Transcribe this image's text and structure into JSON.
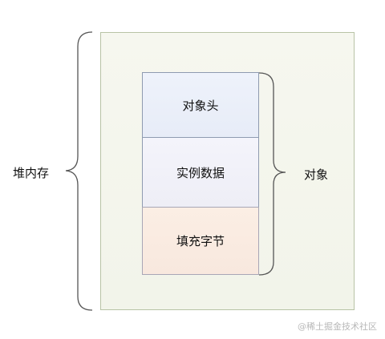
{
  "heap": {
    "label": "堆内存"
  },
  "object": {
    "label": "对象",
    "sections": [
      {
        "label": "对象头"
      },
      {
        "label": "实例数据"
      },
      {
        "label": "填充字节"
      }
    ]
  },
  "watermark": "@稀土掘金技术社区"
}
